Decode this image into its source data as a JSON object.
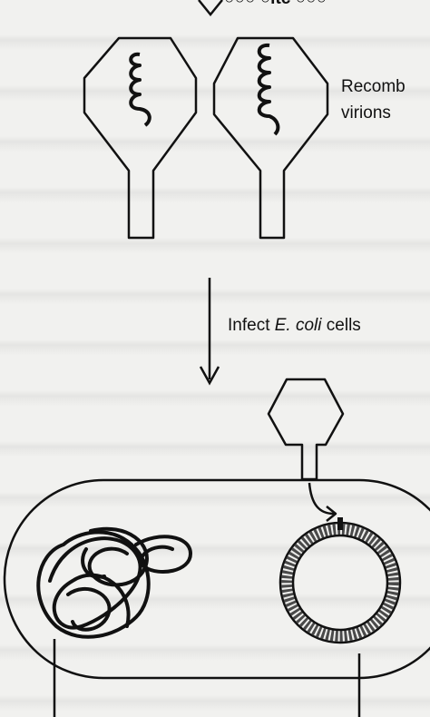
{
  "top_fragment": "○○○ ○ltc ○○○",
  "labels": {
    "recombinant_line1": "Recomb",
    "recombinant_line2": "virions",
    "infect_prefix": "Infect ",
    "infect_organism": "E. coli",
    "infect_suffix": " cells"
  },
  "colors": {
    "paper": "#f1f1ef",
    "ink": "#111111",
    "plasmid_ring": "#555555"
  }
}
